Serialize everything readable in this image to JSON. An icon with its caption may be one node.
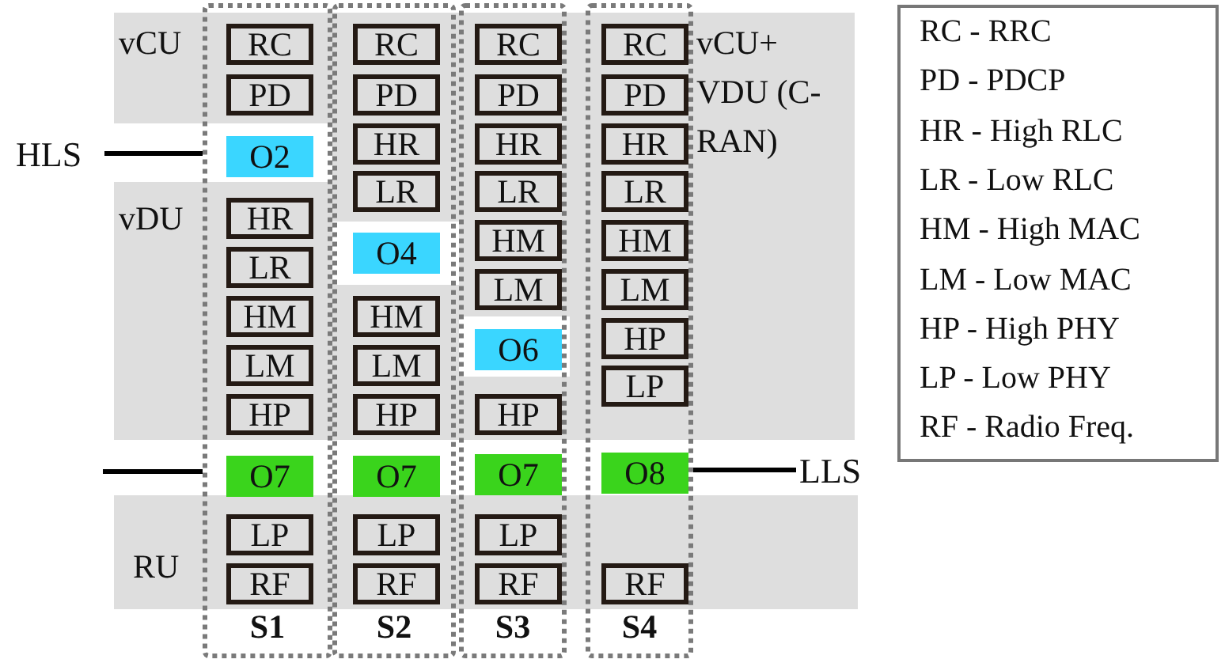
{
  "diagram": {
    "nodes": [
      {
        "text": [
          "S1"
        ]
      },
      {
        "text": [
          "RC"
        ],
        "in": 0
      },
      {
        "text": [
          "PD"
        ],
        "in": 0
      },
      {
        "text": [
          "O2"
        ],
        "in": 0
      },
      {
        "text": [
          "HR"
        ],
        "in": 0
      },
      {
        "text": [
          "LR"
        ],
        "in": 0
      },
      {
        "text": [
          "HM"
        ],
        "in": 0
      },
      {
        "text": [
          "LM"
        ],
        "in": 0
      },
      {
        "text": [
          "HP"
        ],
        "in": 0
      },
      {
        "text": [
          "O7"
        ],
        "in": 0
      },
      {
        "text": [
          "LP"
        ],
        "in": 0
      },
      {
        "text": [
          "RF"
        ],
        "in": 0
      },
      {
        "text": [
          "S2"
        ]
      },
      {
        "text": [
          "RC"
        ],
        "in": 12
      },
      {
        "text": [
          "PD"
        ],
        "in": 12
      },
      {
        "text": [
          "HR"
        ],
        "in": 12
      },
      {
        "text": [
          "LR"
        ],
        "in": 12
      },
      {
        "text": [
          "O4"
        ],
        "in": 12
      },
      {
        "text": [
          "HM"
        ],
        "in": 12
      },
      {
        "text": [
          "LM"
        ],
        "in": 12
      },
      {
        "text": [
          "HP"
        ],
        "in": 12
      },
      {
        "text": [
          "O7"
        ],
        "in": 12
      },
      {
        "text": [
          "LP"
        ],
        "in": 12
      },
      {
        "text": [
          "RF"
        ],
        "in": 12
      },
      {
        "text": [
          "S3"
        ]
      },
      {
        "text": [
          "RC"
        ],
        "in": 24
      },
      {
        "text": [
          "PD"
        ],
        "in": 24
      },
      {
        "text": [
          "HR"
        ],
        "in": 24
      },
      {
        "text": [
          "LR"
        ],
        "in": 24
      },
      {
        "text": [
          "HM"
        ],
        "in": 24
      },
      {
        "text": [
          "LM"
        ],
        "in": 24
      },
      {
        "text": [
          "O6"
        ],
        "in": 24
      },
      {
        "text": [
          "HP"
        ],
        "in": 24
      },
      {
        "text": [
          "O7"
        ],
        "in": 24
      },
      {
        "text": [
          "LP"
        ],
        "in": 24
      },
      {
        "text": [
          "RF"
        ],
        "in": 24
      },
      {
        "text": [
          "S4"
        ]
      },
      {
        "text": [
          "RC"
        ],
        "in": 36
      },
      {
        "text": [
          "PD"
        ],
        "in": 36
      },
      {
        "text": [
          "HR"
        ],
        "in": 36
      },
      {
        "text": [
          "LR"
        ],
        "in": 36
      },
      {
        "text": [
          "HM"
        ],
        "in": 36
      },
      {
        "text": [
          "LM"
        ],
        "in": 36
      },
      {
        "text": [
          "HP"
        ],
        "in": 36
      },
      {
        "text": [
          "LP"
        ],
        "in": 36
      },
      {
        "text": [
          "O8"
        ],
        "in": 36
      },
      {
        "text": [
          "RF"
        ],
        "in": 36
      },
      {
        "text": [
          "HLS"
        ]
      },
      {
        "text": [
          "LLS"
        ]
      },
      {
        "text": [
          "RC - RRC",
          "PD - PDCP",
          "HR - High RLC",
          "LR - Low RLC",
          "HM - High MAC",
          "LM - Low MAC",
          "HP - High PHY",
          "LP - Low PHY",
          "RF - Radio Freq."
        ]
      }
    ],
    "edges": [
      {
        "from": 47,
        "to": 0,
        "arrow": "none"
      },
      {
        "from": null,
        "to": 0,
        "arrow": "none"
      },
      {
        "from": 36,
        "to": 48,
        "arrow": "none"
      }
    ],
    "labels": [
      "vCU",
      "vCU+ VDU (C-RAN)",
      "vDU",
      "RU"
    ]
  }
}
